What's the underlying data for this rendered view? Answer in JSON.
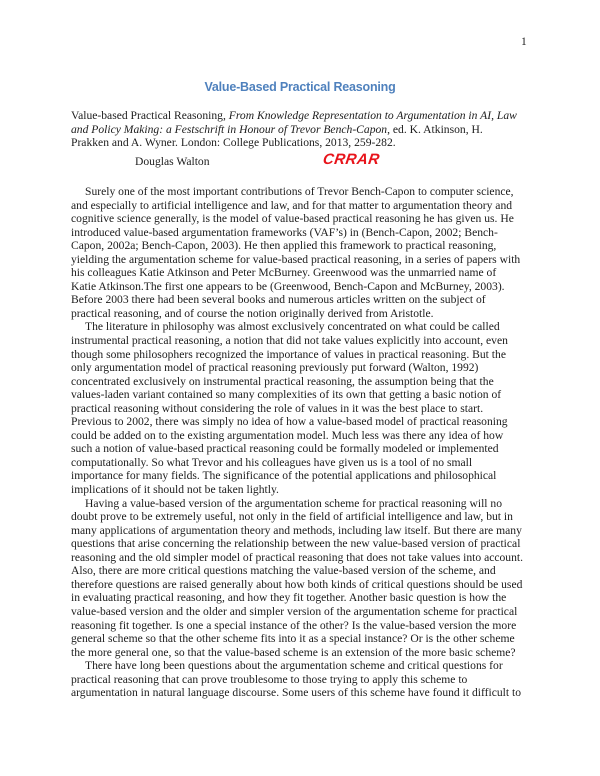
{
  "page": {
    "number": "1",
    "title": "Value-Based Practical Reasoning",
    "citation": {
      "lead": "Value-based Practical Reasoning, ",
      "book_title_italic": "From Knowledge Representation to Argumentation in AI, Law and Policy Making: a Festschrift in Honour of Trevor Bench-Capon",
      "rest": ", ed. K. Atkinson, H. Prakken and A. Wyner. London: College Publications, 2013, 259-282.",
      "lines": [
        [
          "Value-based Practical Reasoning, ",
          "From Knowledge Representation to Argumentation in AI, Law"
        ],
        [
          "",
          "and Policy Making: a Festschrift in Honour of Trevor Bench-Capon",
          ", ed. K. Atkinson, H."
        ],
        [
          "Prakken and A. Wyner. London: College Publications, 2013, 259-282."
        ]
      ]
    },
    "author": "Douglas Walton",
    "stamp": "CRRAR",
    "stamp_color": "#e8141b",
    "title_color": "#4f81bd",
    "paragraphs": [
      [
        "Surely one of the most important contributions of Trevor Bench-Capon to computer science,",
        "and especially to artificial intelligence and law, and for that matter to argumentation theory and",
        "cognitive science generally, is the model of value-based practical reasoning he has given us. He",
        "introduced value-based argumentation frameworks (VAF’s) in (Bench-Capon, 2002; Bench-",
        "Capon, 2002a; Bench-Capon, 2003). He then applied this framework to practical reasoning,",
        "yielding the argumentation scheme for value-based practical reasoning, in a series of papers with",
        "his colleagues Katie Atkinson and Peter McBurney. Greenwood was the unmarried name of",
        "Katie Atkinson.The first one appears to be (Greenwood, Bench-Capon and McBurney, 2003).",
        "Before 2003 there had been several books and numerous articles written on the subject of",
        "practical reasoning, and of course the notion originally derived from Aristotle."
      ],
      [
        "The literature in philosophy was almost exclusively concentrated on what could be called",
        "instrumental practical reasoning, a notion that did not take values explicitly into account, even",
        "though some philosophers recognized the importance of values in practical reasoning. But the",
        "only argumentation model of practical reasoning previously put forward (Walton, 1992)",
        "concentrated exclusively on instrumental practical reasoning, the assumption being that the",
        "values-laden variant contained so many complexities of its own that getting a basic notion of",
        "practical reasoning without considering the role of values in it was the best place to start.",
        "Previous to 2002, there was simply no idea of how a value-based model of practical reasoning",
        "could be added on to the existing argumentation model. Much less was there any idea of how",
        "such a notion of value-based practical reasoning could be formally modeled or implemented",
        "computationally. So what Trevor and his colleagues have given us is a tool of no small",
        "importance for many fields. The significance of the potential applications and philosophical",
        "implications of it should not be taken lightly."
      ],
      [
        "Having a value-based version of the argumentation scheme for practical reasoning will no",
        "doubt prove to be extremely useful, not only in the field of artificial intelligence and law, but in",
        "many applications of argumentation theory and methods, including law itself. But there are many",
        "questions that arise concerning the relationship between the new value-based version of practical",
        "reasoning and the old simpler model of practical reasoning that does not take values into account.",
        "Also, there are more critical questions matching the value-based version of the scheme, and",
        "therefore questions are raised generally about how both kinds of critical questions should be used",
        "in evaluating practical reasoning, and how they fit together. Another basic question is how the",
        "value-based version and the older and simpler version of the argumentation scheme for practical",
        "reasoning fit together. Is one a special instance of the other? Is the value-based version the more",
        "general scheme so that the other scheme fits into it as a special instance? Or is the other scheme",
        "the more general one, so that the value-based scheme is an extension of the more basic scheme?"
      ],
      [
        "There have long been questions about the argumentation scheme and critical questions for",
        "practical reasoning that can prove troublesome to those trying to apply this scheme to",
        "argumentation in natural language discourse. Some users of this scheme have found it difficult to"
      ]
    ]
  }
}
